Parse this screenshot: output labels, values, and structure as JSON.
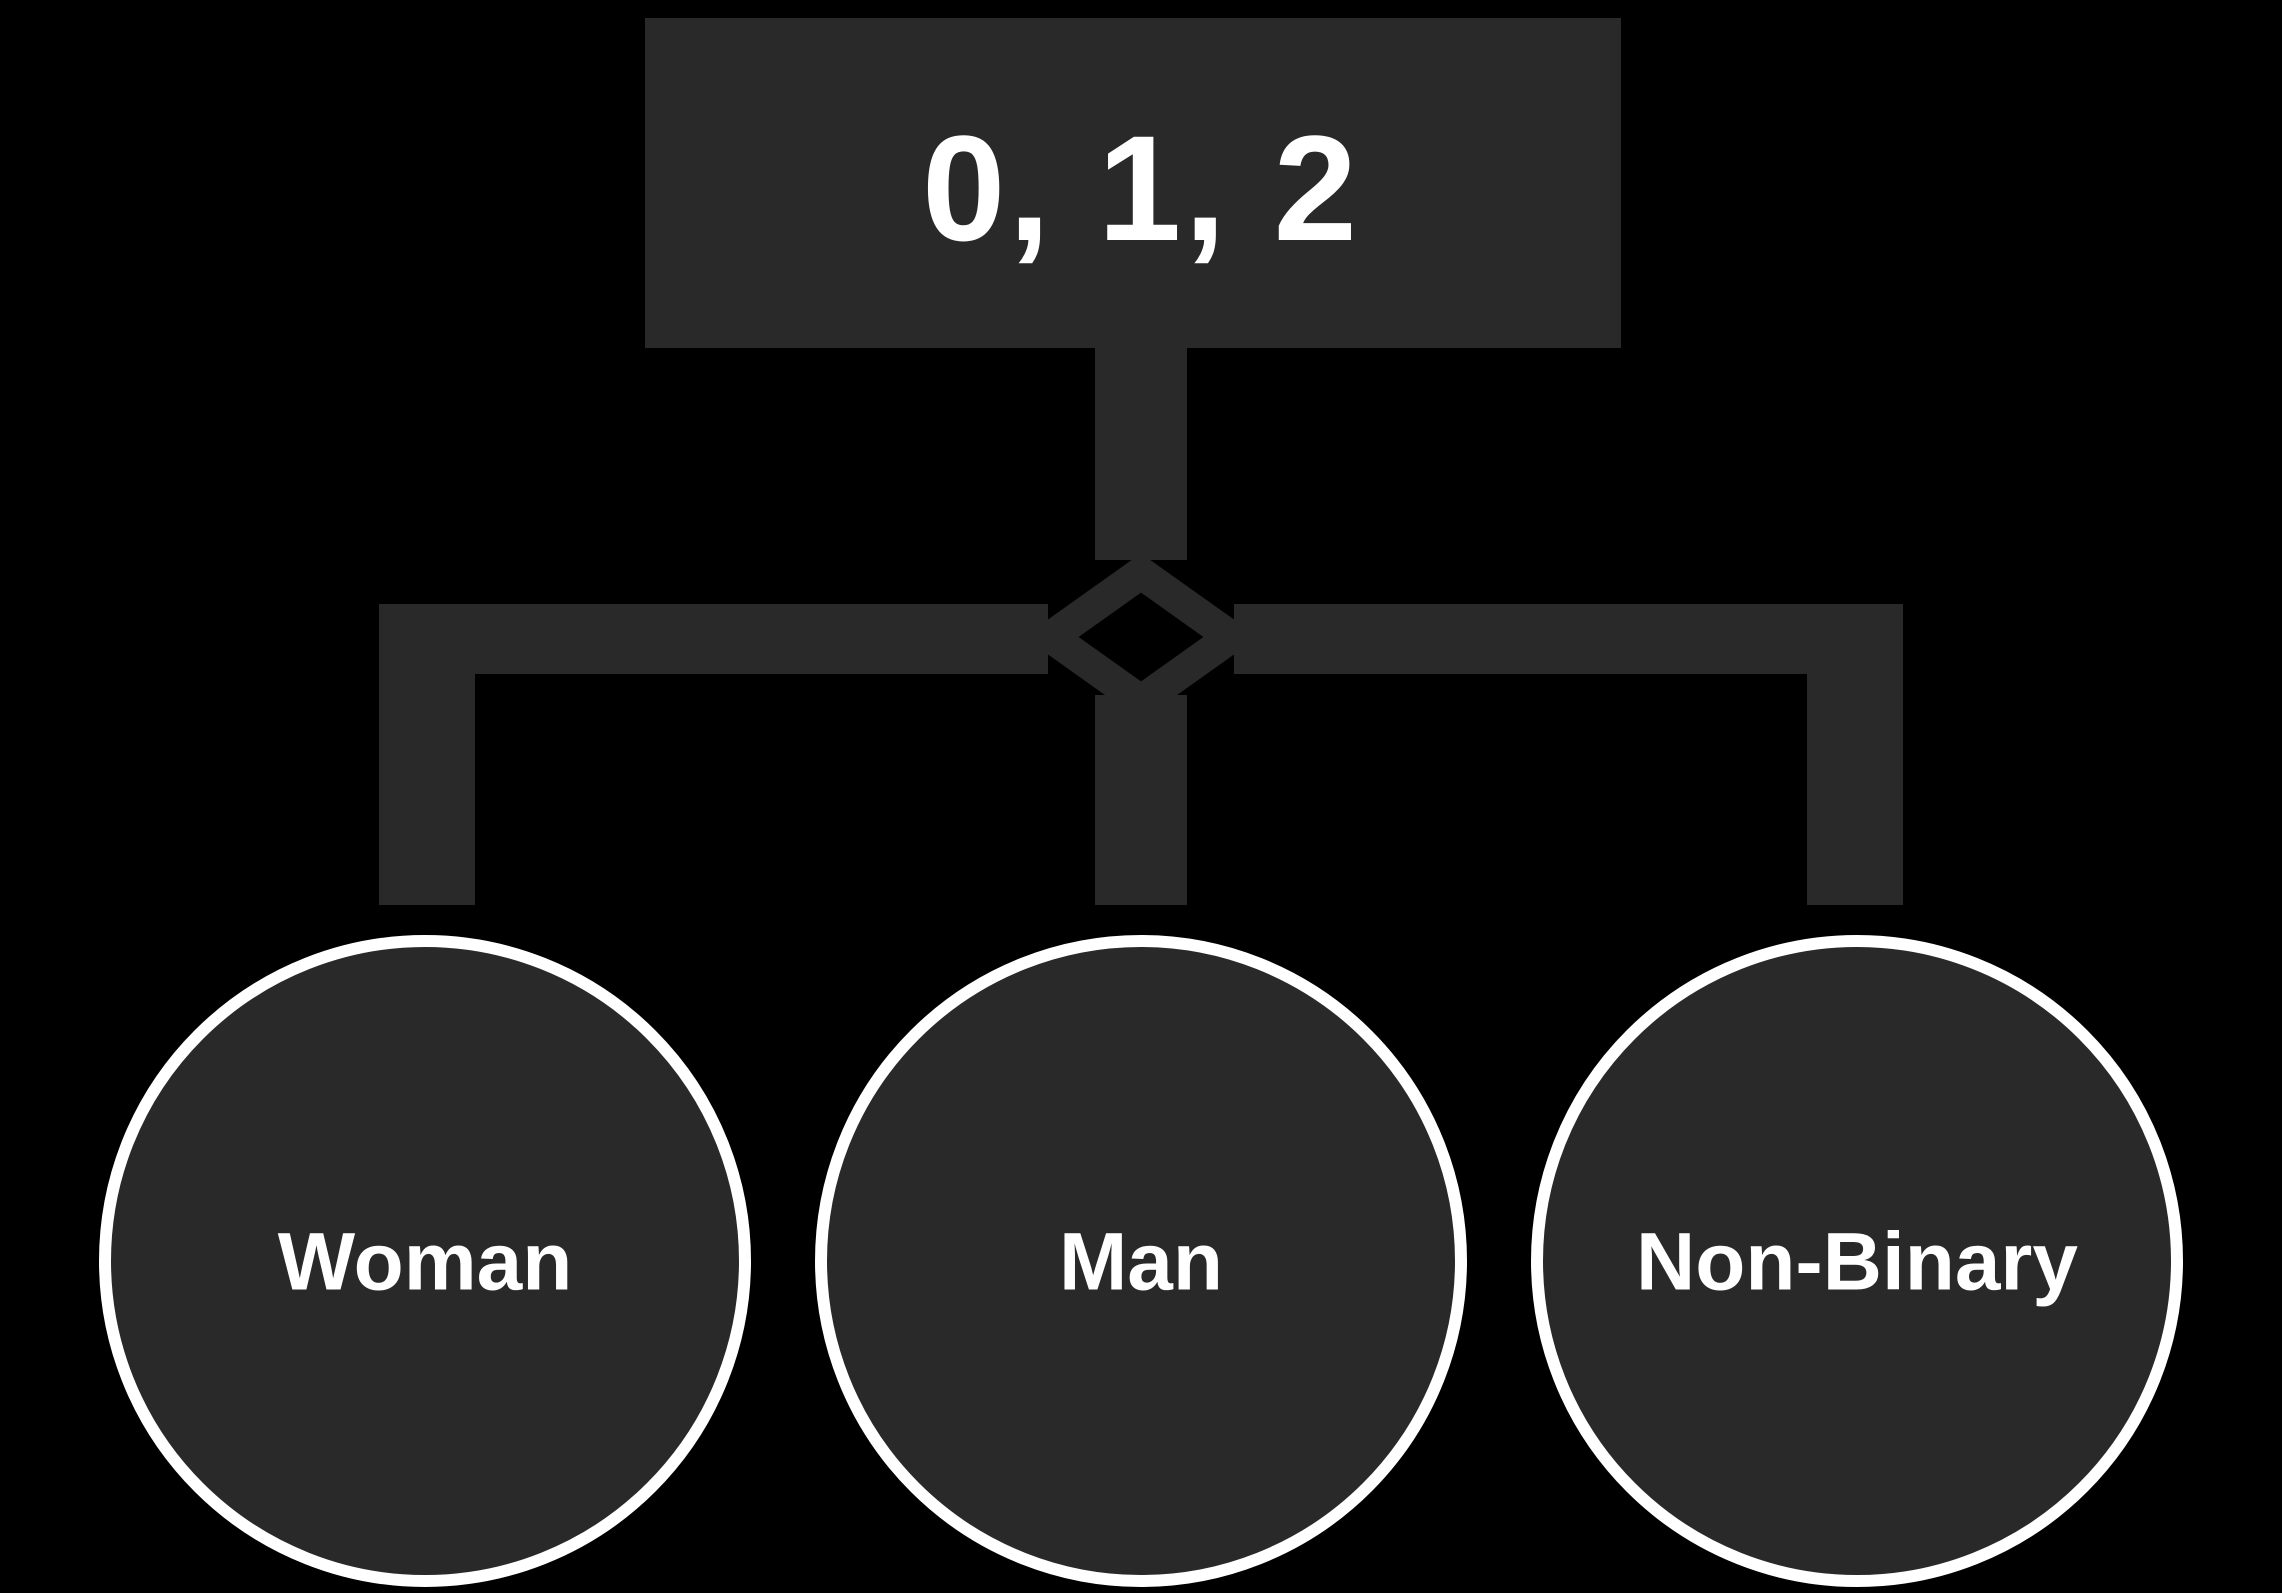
{
  "diagram": {
    "type": "tree",
    "root_box": {
      "label": "0, 1, 2",
      "description_role": "encoded-values"
    },
    "junction": {
      "shape": "diamond"
    },
    "leaf_nodes": [
      {
        "id": "woman",
        "label": "Woman"
      },
      {
        "id": "man",
        "label": "Man"
      },
      {
        "id": "non-binary",
        "label": "Non-Binary"
      }
    ],
    "colors": {
      "background": "#000000",
      "shape_fill": "#292929",
      "connector": "#292929",
      "text": "#ffffff",
      "circle_outline": "#ffffff"
    }
  }
}
